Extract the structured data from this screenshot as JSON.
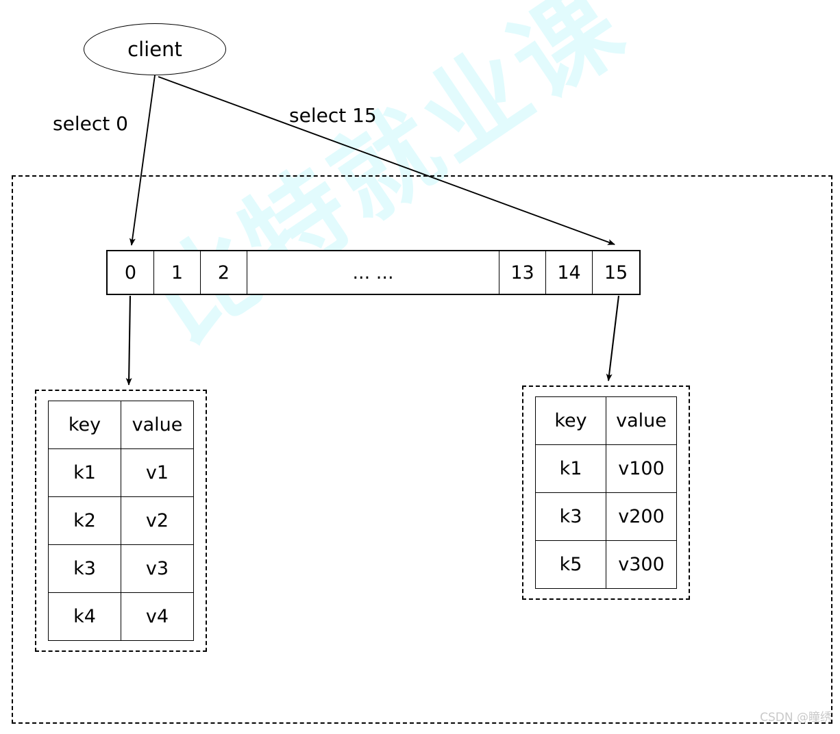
{
  "diagram": {
    "title_node": {
      "label": "client",
      "shape": "ellipse"
    },
    "edges": [
      {
        "name": "select-0",
        "label": "select 0",
        "from": "client",
        "to": "db-cell-0"
      },
      {
        "name": "select-15",
        "label": "select 15",
        "from": "client",
        "to": "db-cell-15"
      }
    ],
    "database_strip": {
      "name": "redis-database-index-strip",
      "cells": [
        "0",
        "1",
        "2",
        "... ...",
        "13",
        "14",
        "15"
      ],
      "wide_cell_index": 3
    },
    "tables": [
      {
        "name": "db0-keyspace",
        "headers": [
          "key",
          "value"
        ],
        "rows": [
          [
            "k1",
            "v1"
          ],
          [
            "k2",
            "v2"
          ],
          [
            "k3",
            "v3"
          ],
          [
            "k4",
            "v4"
          ]
        ]
      },
      {
        "name": "db15-keyspace",
        "headers": [
          "key",
          "value"
        ],
        "rows": [
          [
            "k1",
            "v100"
          ],
          [
            "k3",
            "v200"
          ],
          [
            "k5",
            "v300"
          ]
        ]
      }
    ]
  },
  "watermarks": {
    "background": "比特就业课",
    "corner": "CSDN @瞳绣"
  },
  "colors": {
    "stroke": "#000000",
    "background": "#ffffff",
    "watermark_background": "#e2fbfd",
    "watermark_corner": "#c9c9c9"
  }
}
